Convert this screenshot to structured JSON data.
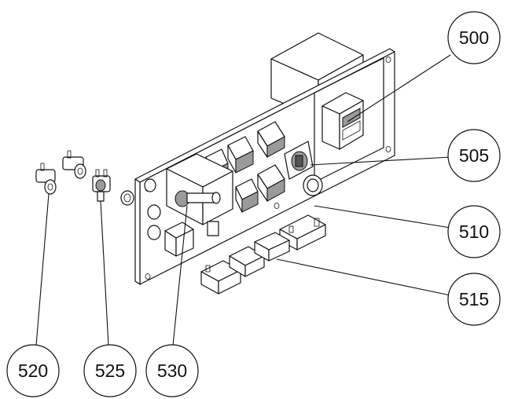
{
  "callouts": [
    {
      "id": "c500",
      "label": "500"
    },
    {
      "id": "c505",
      "label": "505"
    },
    {
      "id": "c510",
      "label": "510"
    },
    {
      "id": "c515",
      "label": "515"
    },
    {
      "id": "c520",
      "label": "520"
    },
    {
      "id": "c525",
      "label": "525"
    },
    {
      "id": "c530",
      "label": "530"
    }
  ]
}
